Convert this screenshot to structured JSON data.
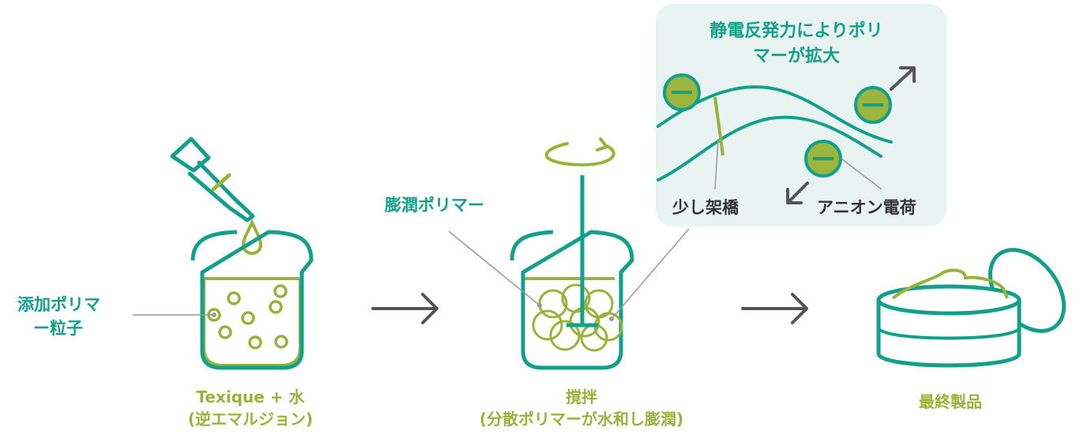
{
  "colors": {
    "teal": "#13a08a",
    "olive": "#98b33a",
    "olive_fill": "#9bb53d",
    "inset_bg": "#e9f3f2",
    "arrow": "#555555",
    "leader": "#9a9a9a"
  },
  "step1": {
    "callout": "添加ポリマ\nー粒子",
    "caption_line1": "Texique + 水",
    "caption_line2": "(逆エマルジョン)"
  },
  "step2": {
    "callout": "膨潤ポリマー",
    "caption_line1": "撹拌",
    "caption_line2": "(分散ポリマーが水和し膨潤)"
  },
  "inset": {
    "title": "静電反発力によりポリ\nマーが拡大",
    "label_crosslink": "少し架橋",
    "label_charge": "アニオン電荷"
  },
  "step3": {
    "caption": "最終製品"
  },
  "icons": [
    "dropper-icon",
    "beaker-icon",
    "stir-rotation-icon",
    "cream-jar-icon",
    "arrow-right-icon",
    "anion-charge-icon"
  ]
}
